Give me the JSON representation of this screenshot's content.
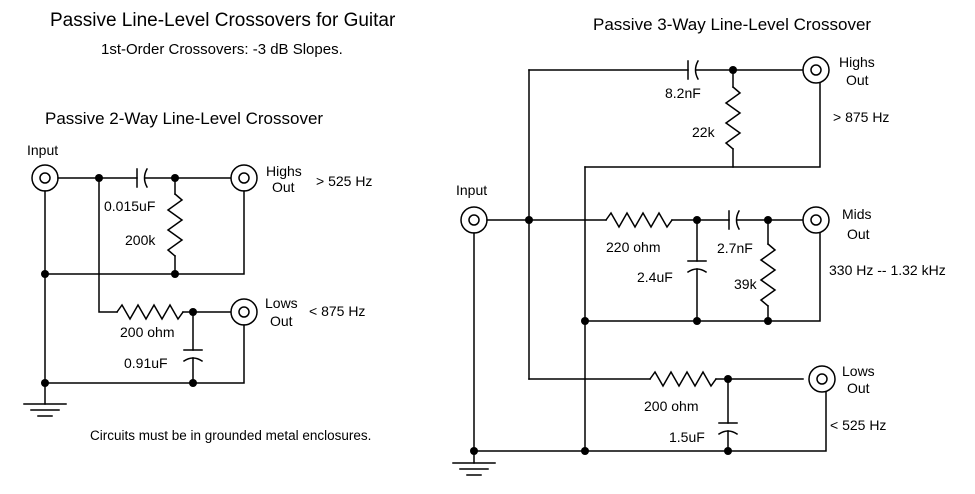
{
  "titles": {
    "main": "Passive Line-Level Crossovers for Guitar",
    "subtitle": "1st-Order Crossovers:  -3 dB Slopes.",
    "two_way": "Passive 2-Way Line-Level Crossover",
    "three_way": "Passive 3-Way Line-Level Crossover"
  },
  "note": "Circuits must be in grounded metal enclosures.",
  "two_way": {
    "input_label": "Input",
    "highs_label_1": "Highs",
    "highs_label_2": "Out",
    "highs_freq": "> 525 Hz",
    "lows_label_1": "Lows",
    "lows_label_2": "Out",
    "lows_freq": "< 875 Hz",
    "cap_high": "0.015uF",
    "res_high": "200k",
    "res_low": "200 ohm",
    "cap_low": "0.91uF"
  },
  "three_way": {
    "input_label": "Input",
    "highs_label_1": "Highs",
    "highs_label_2": "Out",
    "highs_freq": "> 875 Hz",
    "mids_label_1": "Mids",
    "mids_label_2": "Out",
    "mids_freq": "330 Hz -- 1.32 kHz",
    "lows_label_1": "Lows",
    "lows_label_2": "Out",
    "lows_freq": "< 525 Hz",
    "cap_high": "8.2nF",
    "res_high": "22k",
    "res_mid": "220 ohm",
    "cap_mid_shunt": "2.4uF",
    "cap_mid_series": "2.7nF",
    "res_mid_shunt": "39k",
    "res_low": "200 ohm",
    "cap_low": "1.5uF"
  }
}
